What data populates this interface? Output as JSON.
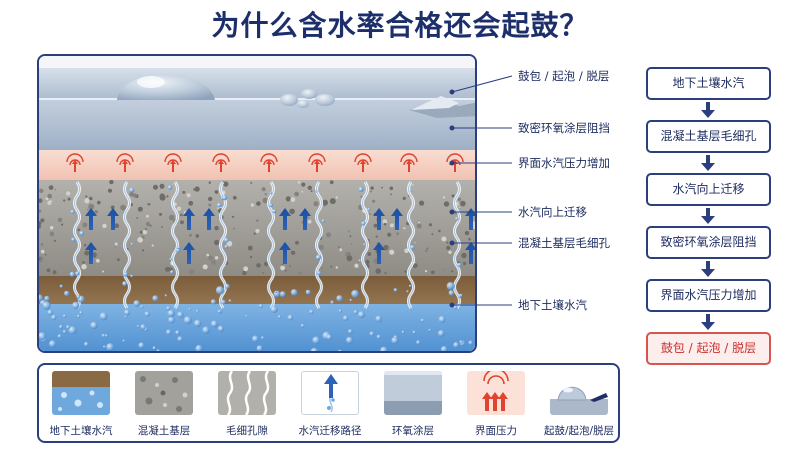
{
  "title": "为什么含水率合格还会起鼓？",
  "colors": {
    "navy": "#2b3f7e",
    "coating": "#b9c6d6",
    "interface": "#f6d2c4",
    "concrete": "#9b9b97",
    "soil": "#8a6a45",
    "water": "#6fa8dc",
    "pressure": "#e0432f",
    "result_red": "#d9534f"
  },
  "callouts": [
    {
      "id": "blister",
      "label": "鼓包 / 起泡 / 脱层"
    },
    {
      "id": "coating",
      "label": "致密环氧涂层阻挡"
    },
    {
      "id": "pressure",
      "label": "界面水汽压力增加"
    },
    {
      "id": "vapor",
      "label": "水汽向上迁移"
    },
    {
      "id": "pores",
      "label": "混凝土基层毛细孔"
    },
    {
      "id": "soil",
      "label": "地下土壤水汽"
    }
  ],
  "flow": [
    {
      "label": "地下土壤水汽",
      "result": false
    },
    {
      "label": "混凝土基层毛细孔",
      "result": false
    },
    {
      "label": "水汽向上迁移",
      "result": false
    },
    {
      "label": "致密环氧涂层阻挡",
      "result": false
    },
    {
      "label": "界面水汽压力增加",
      "result": false
    },
    {
      "label": "鼓包 / 起泡 / 脱层",
      "result": true
    }
  ],
  "legend": [
    {
      "icon": "soil-moisture-icon",
      "label": "地下土壤水汽"
    },
    {
      "icon": "concrete-base-icon",
      "label": "混凝土基层"
    },
    {
      "icon": "capillary-pores-icon",
      "label": "毛细孔隙"
    },
    {
      "icon": "vapor-path-icon",
      "label": "水汽迁移路径"
    },
    {
      "icon": "epoxy-coating-icon",
      "label": "环氧涂层"
    },
    {
      "icon": "interface-pressure-icon",
      "label": "界面压力"
    },
    {
      "icon": "blister-icon",
      "label": "起鼓/起泡/脱层"
    }
  ]
}
